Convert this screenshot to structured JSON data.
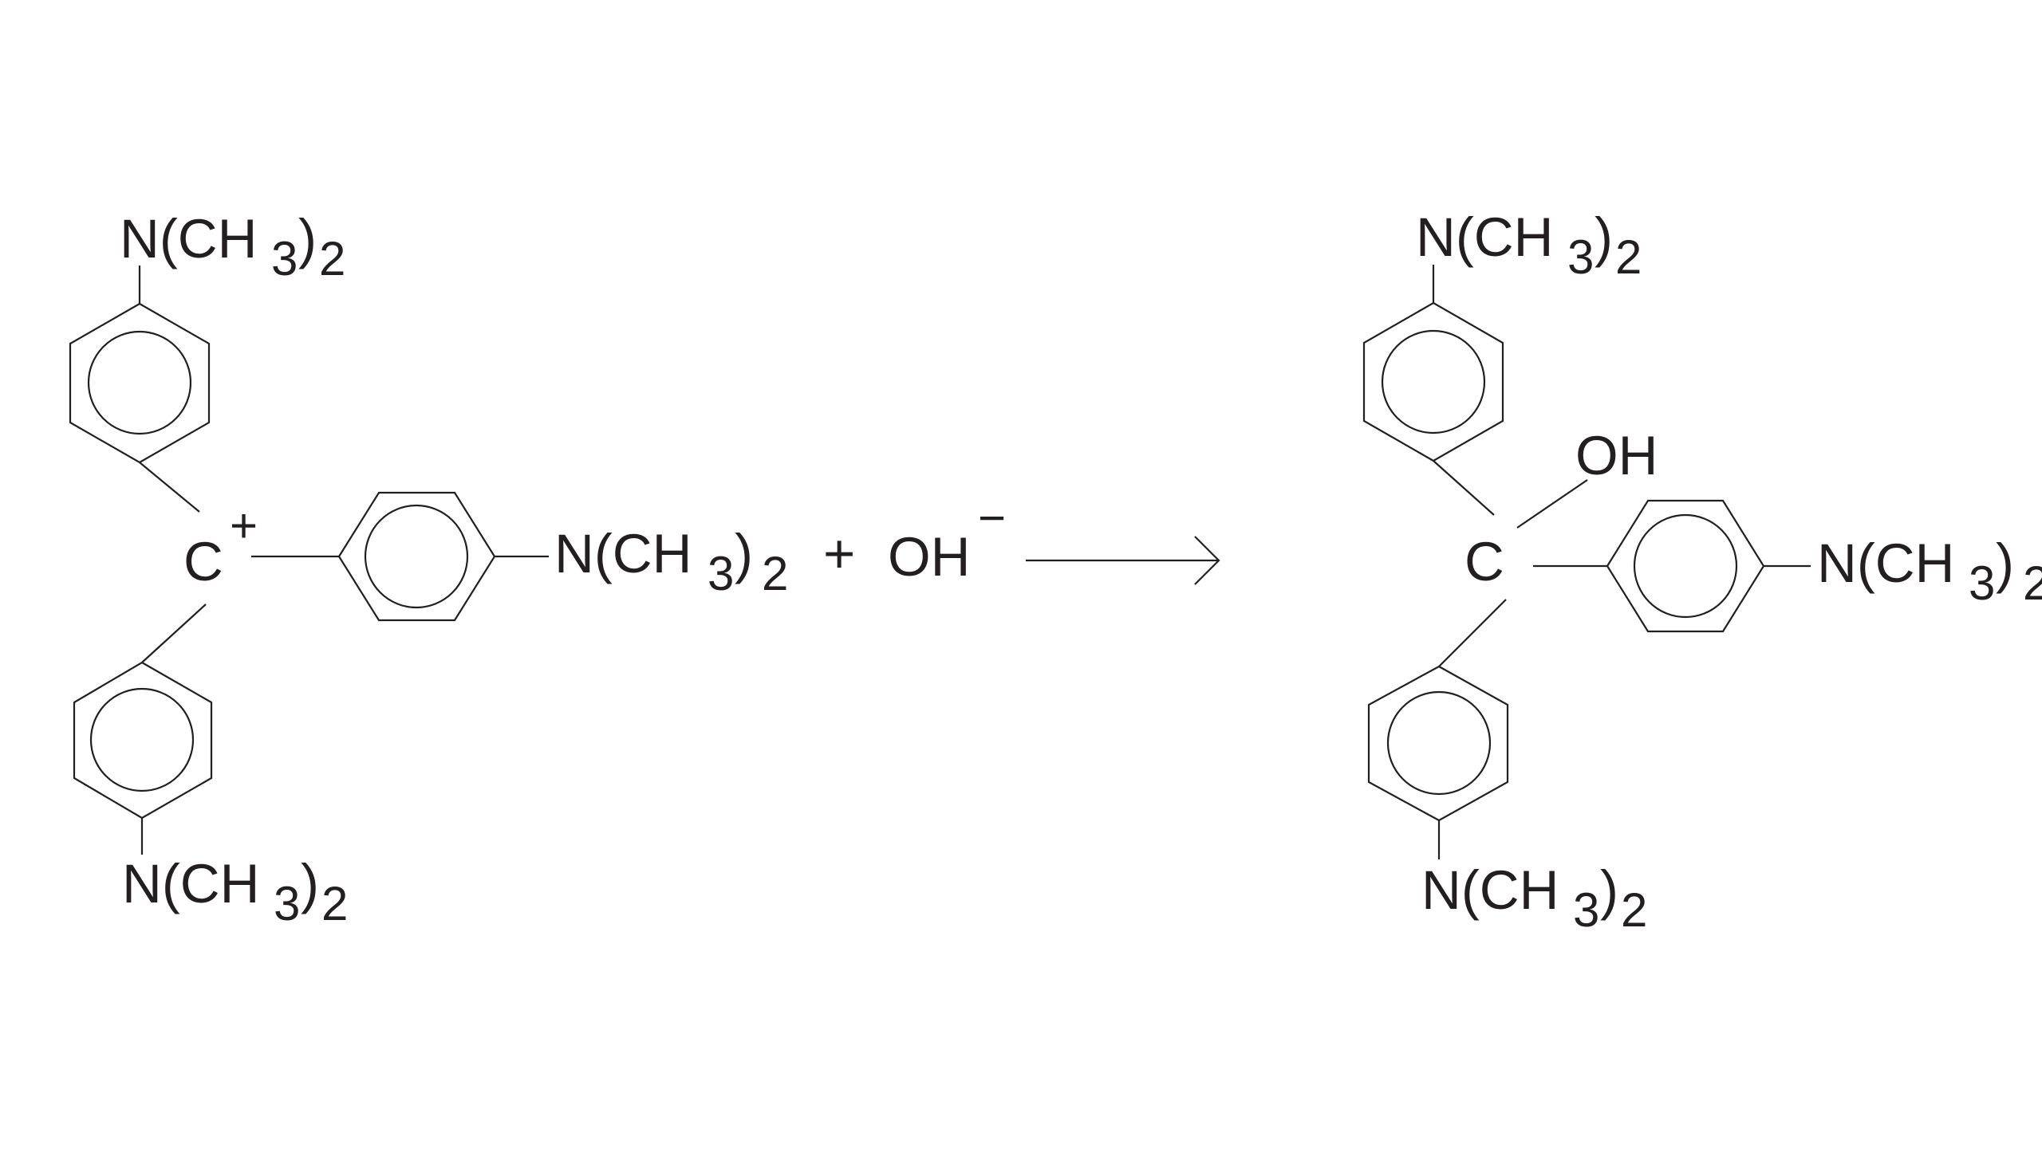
{
  "reaction": {
    "reactant": {
      "center_atom": "C",
      "charge": "+",
      "substituent_main": "N(CH",
      "substituent_sub": "3",
      "substituent_close": ")",
      "substituent_count": "2"
    },
    "plus_sign": "+",
    "reagent": {
      "label": "OH",
      "charge": "−"
    },
    "product": {
      "center_atom": "C",
      "hydroxyl": "OH",
      "substituent_main": "N(CH",
      "substituent_sub": "3",
      "substituent_close": ")",
      "substituent_count": "2"
    }
  },
  "colors": {
    "ink": "#231f20",
    "background": "#ffffff"
  }
}
